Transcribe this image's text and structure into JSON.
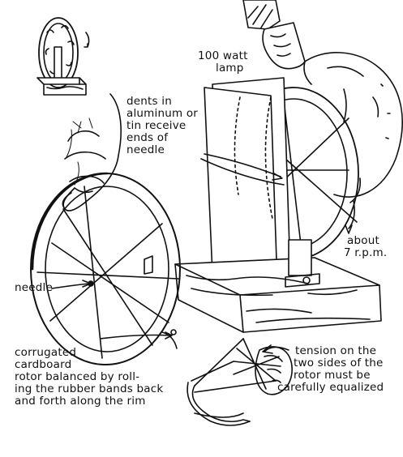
{
  "labels": {
    "lamp": [
      "100 watt",
      "lamp"
    ],
    "dents": [
      "dents in",
      "aluminum or",
      "tin receive",
      "ends of",
      "needle"
    ],
    "speed": [
      "about",
      "7 r.p.m."
    ],
    "needle": "needle",
    "rotor": [
      "corrugated",
      "cardboard",
      "rotor balanced by roll-",
      "ing the rubber bands back",
      "and forth along the rim"
    ],
    "tension": [
      "tension on the",
      "two sides of the",
      "rotor must be",
      "carefully equalized"
    ]
  },
  "colors": {
    "ink": "#111111",
    "paper": "#ffffff"
  }
}
